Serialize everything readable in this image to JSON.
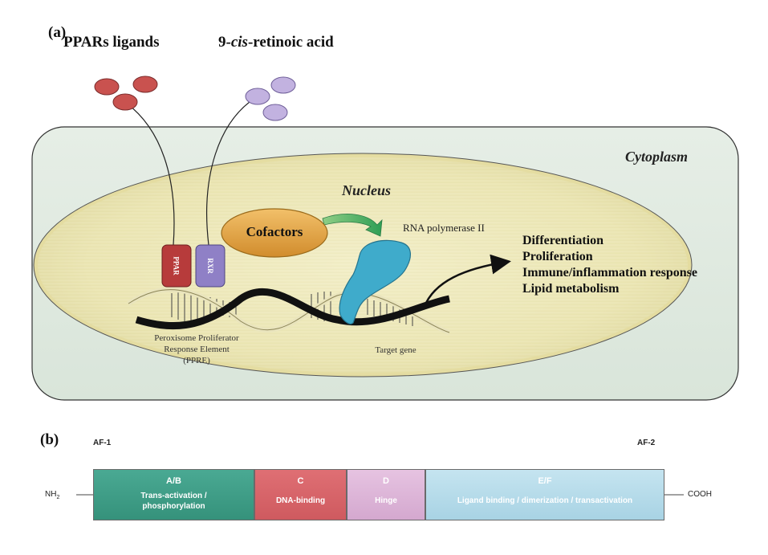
{
  "panel_a": {
    "label": "(a)",
    "ligand_left": "PPARs ligands",
    "ligand_right_prefix": "9-",
    "ligand_right_italic": "cis",
    "ligand_right_suffix": "-retinoic acid",
    "cytoplasm": "Cytoplasm",
    "nucleus": "Nucleus",
    "cofactors": "Cofactors",
    "rna_polymerase": "RNA polymerase II",
    "ppar": "PPAR",
    "rxr": "RXR",
    "ppre_lines": [
      "Peroxisome Proliferator",
      "Response Element",
      "(PPRE)"
    ],
    "target_gene": "Target gene",
    "effects": [
      "Differentiation",
      "Proliferation",
      "Immune/inflammation response",
      "Lipid metabolism"
    ]
  },
  "panel_b": {
    "label": "(b)",
    "af1": "AF-1",
    "af2": "AF-2",
    "nh2_main": "NH",
    "nh2_sub": "2",
    "cooh": "COOH",
    "domains": [
      {
        "name": "A/B",
        "desc": "Trans-activation / phosphorylation",
        "color": "#3f9e87"
      },
      {
        "name": "C",
        "desc": "DNA-binding",
        "color": "#d9646a"
      },
      {
        "name": "D",
        "desc": "Hinge",
        "color": "#ddb6d8"
      },
      {
        "name": "E/F",
        "desc": "Ligand binding / dimerization / transactivation",
        "color": "#b6dcea"
      }
    ]
  },
  "colors": {
    "ppar_ligand": "#c9524f",
    "rxr_ligand": "#b7a4d8",
    "cytoplasm_fill": "#e1ebe1",
    "nucleus_fill": "#f2eab6",
    "cofactors_fill": "#e8a94a",
    "polymerase": "#3aa6c9",
    "ppar_box": "#b53c3c",
    "rxr_box": "#8e7fc4"
  }
}
